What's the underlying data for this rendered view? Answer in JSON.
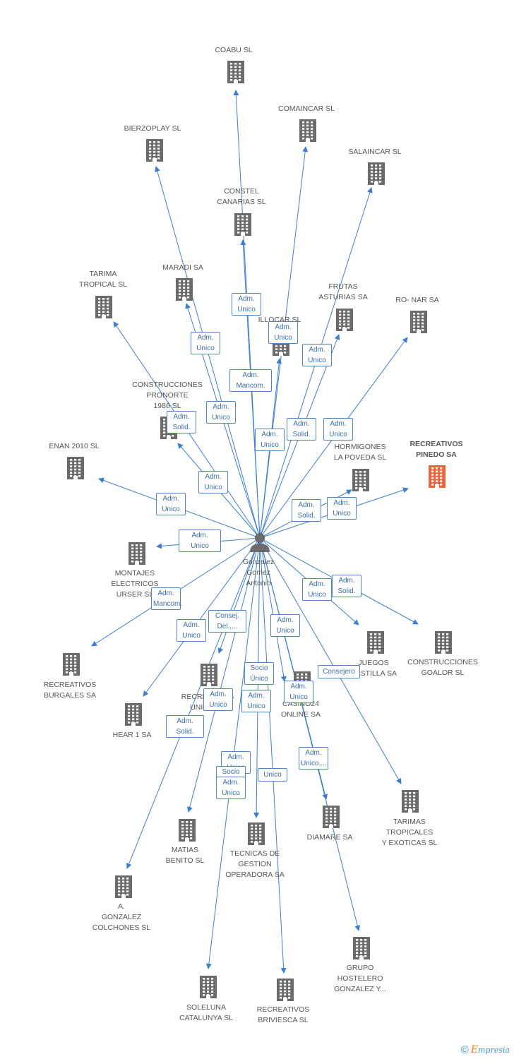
{
  "center": {
    "name_lines": [
      "Gonzalez",
      "Gomez",
      "Antonio"
    ]
  },
  "companies": [
    {
      "id": "coabu",
      "lines": [
        "COABU SL"
      ]
    },
    {
      "id": "comaincar",
      "lines": [
        "COMAINCAR  SL"
      ]
    },
    {
      "id": "bierzoplay",
      "lines": [
        "BIERZOPLAY  SL"
      ]
    },
    {
      "id": "salaincar",
      "lines": [
        "SALAINCAR SL"
      ]
    },
    {
      "id": "constel",
      "lines": [
        "CONSTEL",
        "CANARIAS  SL"
      ]
    },
    {
      "id": "tarima-tropical",
      "lines": [
        "TARIMA",
        "TROPICAL SL"
      ]
    },
    {
      "id": "maradi",
      "lines": [
        "MARADI SA"
      ]
    },
    {
      "id": "frutas-asturias",
      "lines": [
        "FRUTAS",
        "ASTURIAS SA"
      ]
    },
    {
      "id": "ro-nar",
      "lines": [
        "RO- NAR SA"
      ]
    },
    {
      "id": "illocar",
      "lines": [
        "ILLOCAR SL"
      ]
    },
    {
      "id": "pronorte",
      "lines": [
        "CONSTRUCCIONES",
        "PRONORTE",
        "1986  SL"
      ]
    },
    {
      "id": "enan",
      "lines": [
        "ENAN 2010 SL"
      ]
    },
    {
      "id": "hormigones",
      "lines": [
        "HORMIGONES",
        "LA POVEDA SL"
      ]
    },
    {
      "id": "recreativos-pinedo",
      "lines": [
        "RECREATIVOS",
        "PINEDO SA"
      ]
    },
    {
      "id": "montajes",
      "lines": [
        "MONTAJES",
        "ELECTRICOS",
        "URSER SL"
      ]
    },
    {
      "id": "juegos-castilla",
      "lines": [
        "JUEGOS",
        "CASTILLA SA"
      ]
    },
    {
      "id": "goalor",
      "lines": [
        "CONSTRUCCIONES",
        "GOALOR SL"
      ]
    },
    {
      "id": "recreativos-burgales",
      "lines": [
        "RECREATIVOS",
        "BURGALES SA"
      ]
    },
    {
      "id": "recreativos-union",
      "lines": [
        "RECREATIVOS",
        "UNION SL"
      ]
    },
    {
      "id": "online",
      "lines": [
        "CASINO24",
        "ONLINE SA"
      ]
    },
    {
      "id": "hear",
      "lines": [
        "HEAR 1 SA"
      ]
    },
    {
      "id": "tarimas-tropicales",
      "lines": [
        "TARIMAS",
        "TROPICALES",
        "Y EXOTICAS SL"
      ]
    },
    {
      "id": "matias",
      "lines": [
        "MATIAS",
        "BENITO SL"
      ]
    },
    {
      "id": "tecnicas",
      "lines": [
        "TECNICAS DE",
        "GESTION",
        "OPERADORA SA"
      ]
    },
    {
      "id": "diamare",
      "lines": [
        "DIAMARE SA"
      ]
    },
    {
      "id": "colchones",
      "lines": [
        "A.",
        "GONZALEZ",
        "COLCHONES SL"
      ]
    },
    {
      "id": "grupo-hostelero",
      "lines": [
        "GRUPO",
        "HOSTELERO",
        "GONZALEZ Y..."
      ]
    },
    {
      "id": "soleluna",
      "lines": [
        "SOLELUNA",
        "CATALUNYA SL"
      ]
    },
    {
      "id": "brivIesca",
      "lines": [
        "RECREATIVOS",
        "BRIVIESCA SL"
      ]
    }
  ],
  "edge_labels": [
    {
      "id": "e1",
      "lines": [
        "Adm.",
        "Unico"
      ]
    },
    {
      "id": "e2",
      "lines": [
        "Adm.",
        "Unico"
      ]
    },
    {
      "id": "e3",
      "lines": [
        "Adm.",
        "Unico"
      ]
    },
    {
      "id": "e4",
      "lines": [
        "Adm.",
        "Unico"
      ]
    },
    {
      "id": "e5",
      "lines": [
        "Adm.",
        "Mancom."
      ]
    },
    {
      "id": "e6",
      "lines": [
        "Adm.",
        "Unico"
      ]
    },
    {
      "id": "e7",
      "lines": [
        "Adm.",
        "Solid."
      ]
    },
    {
      "id": "e8",
      "lines": [
        "Adm.",
        "Unico"
      ]
    },
    {
      "id": "e9",
      "lines": [
        "Adm.",
        "Solid."
      ]
    },
    {
      "id": "e10",
      "lines": [
        "Adm.",
        "Unico"
      ]
    },
    {
      "id": "e11",
      "lines": [
        "Adm.",
        "Unico"
      ]
    },
    {
      "id": "e12",
      "lines": [
        "Adm.",
        "Unico"
      ]
    },
    {
      "id": "e13",
      "lines": [
        "Adm.",
        "Unico"
      ]
    },
    {
      "id": "e14",
      "lines": [
        "Adm.",
        "Solid."
      ]
    },
    {
      "id": "e15",
      "lines": [
        "Adm.",
        "Unico"
      ]
    },
    {
      "id": "e16",
      "lines": [
        "Adm.",
        "Mancom."
      ]
    },
    {
      "id": "e17",
      "lines": [
        "Adm.",
        "Unico"
      ]
    },
    {
      "id": "e18",
      "lines": [
        "Adm.",
        "Solid."
      ]
    },
    {
      "id": "e19",
      "lines": [
        "Adm.",
        "Unico"
      ]
    },
    {
      "id": "e20",
      "lines": [
        "Adm.",
        "Unico"
      ]
    },
    {
      "id": "e21",
      "lines": [
        "Consej.",
        "Del.,..."
      ]
    },
    {
      "id": "e22",
      "lines": [
        "Adm.",
        "Unico"
      ]
    },
    {
      "id": "e23",
      "lines": [
        "Socio",
        "Único"
      ]
    },
    {
      "id": "e24",
      "lines": [
        "Consejero"
      ]
    },
    {
      "id": "e25",
      "lines": [
        "Adm.",
        "Unico"
      ]
    },
    {
      "id": "e26",
      "lines": [
        "Adm.",
        "Unico"
      ]
    },
    {
      "id": "e27",
      "lines": [
        "Adm.",
        "Solid."
      ]
    },
    {
      "id": "e28",
      "lines": [
        "Adm.",
        "Unico,..."
      ]
    },
    {
      "id": "e29",
      "lines": [
        "Adm.",
        "Unico"
      ]
    },
    {
      "id": "e30",
      "lines": [
        "Socio",
        "Único"
      ]
    },
    {
      "id": "e31",
      "lines": [
        "Unico"
      ]
    },
    {
      "id": "e32",
      "lines": [
        "Adm.",
        "Unico"
      ]
    }
  ],
  "colors": {
    "edge": "#3c7fd0",
    "building": "#6b6b6b",
    "highlight": "#f0643c",
    "person": "#6b6b6b"
  },
  "icons": {
    "company": "building-icon",
    "center": "person-icon"
  },
  "footer": {
    "copyright": "©",
    "brand_first": "E",
    "brand_rest": "mpresia"
  }
}
